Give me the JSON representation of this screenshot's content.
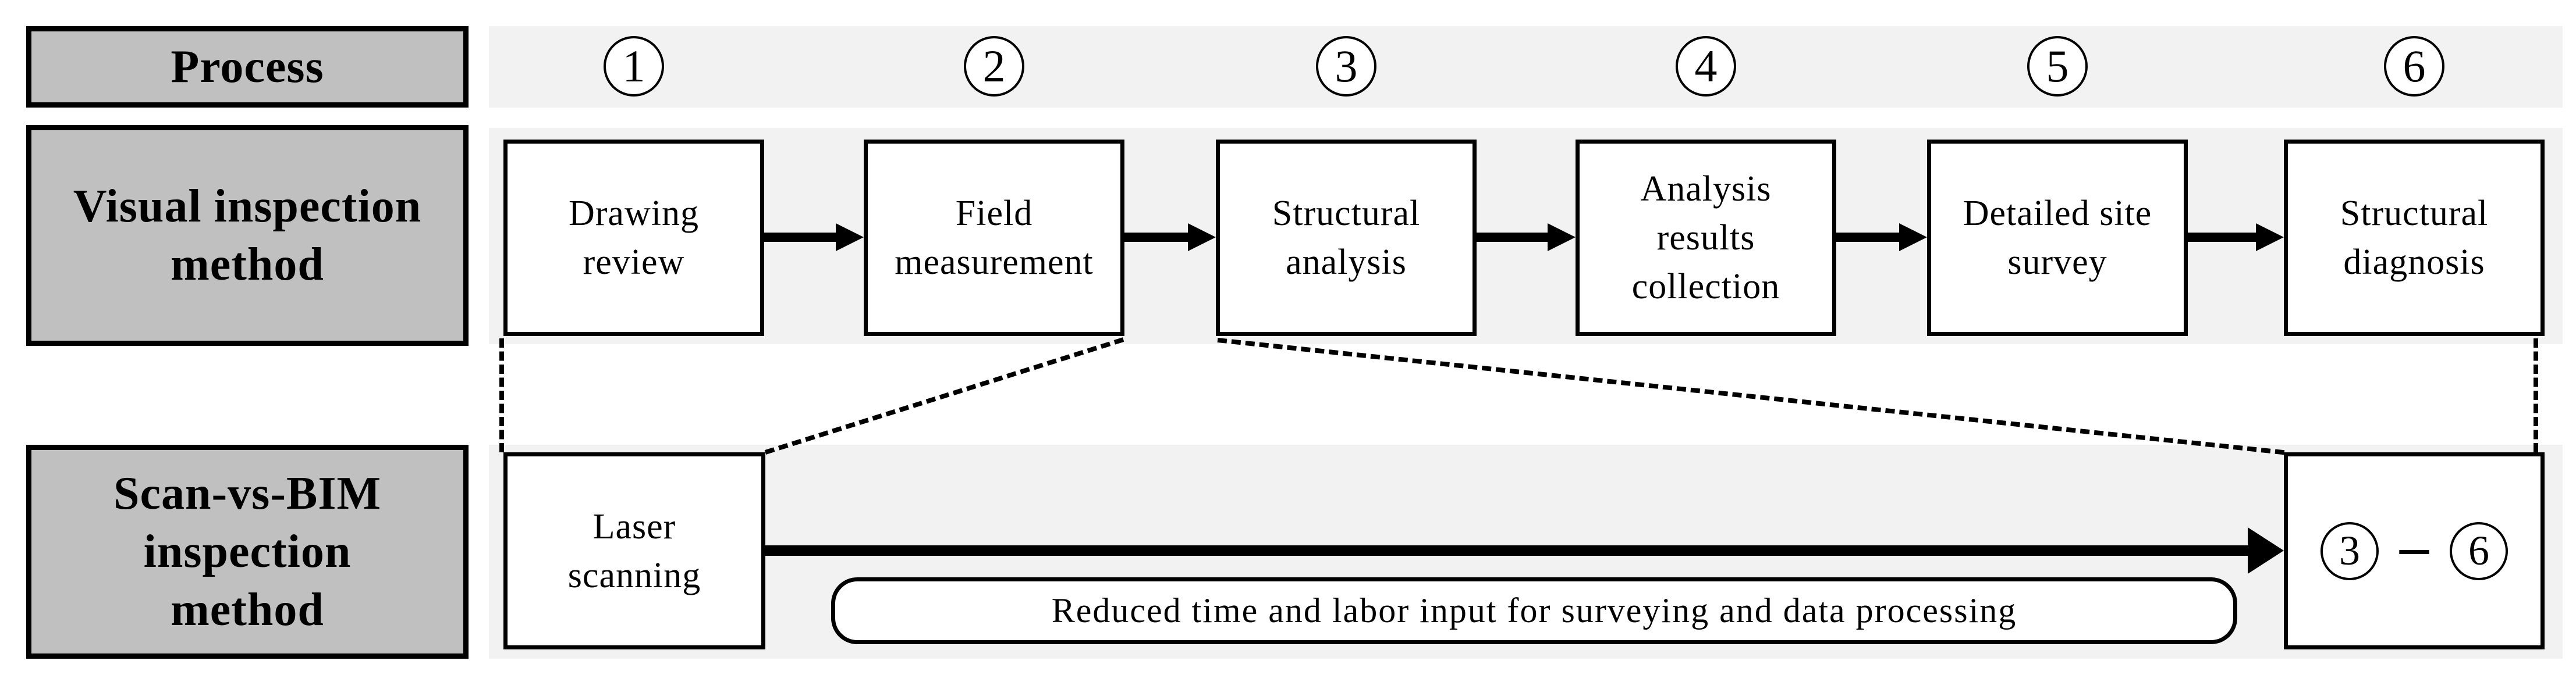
{
  "diagram": {
    "row_headers": {
      "process": "Process",
      "visual": "Visual inspection\nmethod",
      "scan": "Scan-vs-BIM\ninspection\nmethod"
    },
    "steps": [
      {
        "number": "1",
        "label": "Drawing\nreview"
      },
      {
        "number": "2",
        "label": "Field\nmeasurement"
      },
      {
        "number": "3",
        "label": "Structural\nanalysis"
      },
      {
        "number": "4",
        "label": "Analysis\nresults\ncollection"
      },
      {
        "number": "5",
        "label": "Detailed site\nsurvey"
      },
      {
        "number": "6",
        "label": "Structural\ndiagnosis"
      }
    ],
    "scan_row": {
      "laser_label": "Laser\nscanning",
      "range": {
        "start": "3",
        "dash": "–",
        "end": "6"
      },
      "note": "Reduced time and labor input for surveying and data processing"
    },
    "colors": {
      "header_fill": "#c0c0c0",
      "band_fill": "#f2f2f2",
      "box_fill": "#ffffff",
      "line": "#000000"
    }
  }
}
